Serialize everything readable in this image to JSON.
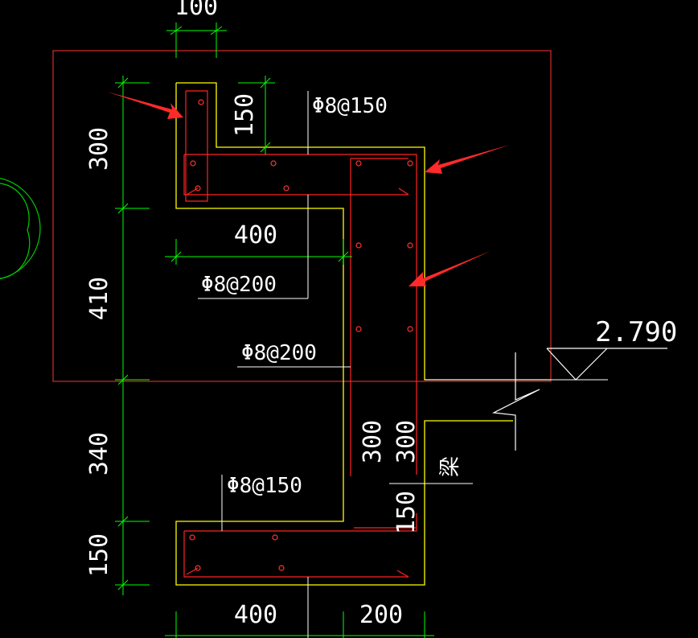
{
  "colors": {
    "background": "#000000",
    "outline": "#ffff00",
    "rebar": "#ff2222",
    "dimension": "#00ff00",
    "leader": "#ffffff",
    "arrow": "#ff2a2a",
    "beam_box": "#ff3333"
  },
  "dimensions": {
    "top_width": "100",
    "left_300": "300",
    "left_410": "410",
    "left_340": "340",
    "left_150": "150",
    "step_150_top": "150",
    "mid_400": "400",
    "bottom_400": "400",
    "bottom_200": "200",
    "vert_300_a": "300",
    "vert_300_b": "300",
    "vert_150_right": "150"
  },
  "rebar_labels": {
    "top": "Φ8@150",
    "mid_1": "Φ8@200",
    "mid_2": "Φ8@200",
    "bottom": "Φ8@150"
  },
  "elevation": {
    "value": "2.790"
  },
  "beam_label": "梁",
  "icons": [
    "red-arrow-icon",
    "elevation-triangle-icon",
    "break-line-icon"
  ]
}
